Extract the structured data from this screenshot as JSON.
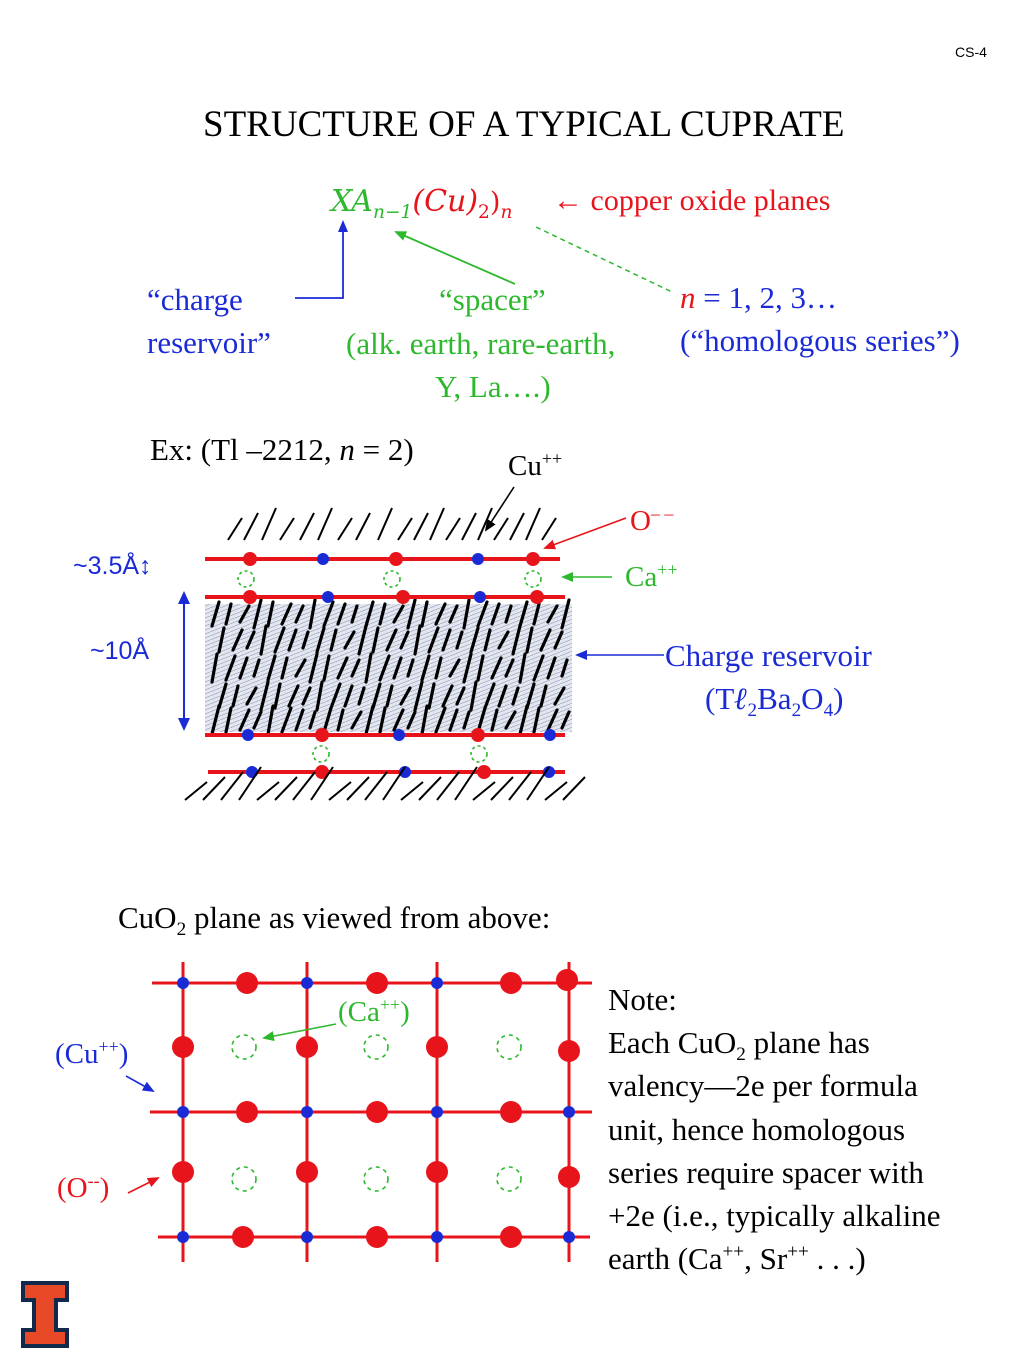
{
  "slide_number": "CS-4",
  "title": "STRUCTURE OF A TYPICAL CUPRATE",
  "formula": {
    "X": "X",
    "A": "A",
    "n_minus_1": "n−1",
    "Cu": "(Cu)",
    "sub_2": "2",
    "n": "n",
    "note": "← copper oxide planes"
  },
  "labels": {
    "charge_reservoir_1": "“charge",
    "charge_reservoir_2": "reservoir”",
    "spacer_1": "“spacer”",
    "spacer_2": "(alk. earth, rare-earth,",
    "spacer_3": "Y, La….)",
    "n_var": "n",
    "n_values": " = 1, 2, 3…",
    "homologous": "(“homologous series”)"
  },
  "example": {
    "prefix": "Ex: (Tl –2212, ",
    "n": "n",
    "suffix": " = 2)"
  },
  "layer_diagram": {
    "cu_label": "Cu",
    "cu_charge": "++",
    "o_label": "O",
    "o_charge": "– –",
    "ca_label": "Ca",
    "ca_charge": "++",
    "spacing_small": "~3.5Å↕",
    "spacing_large": "~10Å",
    "reservoir_title": "Charge reservoir",
    "reservoir_formula_T": "(T",
    "reservoir_formula_l": "ℓ",
    "reservoir_formula_sub2": "2",
    "reservoir_formula_Ba": "Ba",
    "reservoir_formula_sub2b": "2",
    "reservoir_formula_O": "O",
    "reservoir_formula_sub4": "4",
    "reservoir_formula_close": ")"
  },
  "plane_view": {
    "heading_a": "CuO",
    "heading_sub": "2",
    "heading_b": " plane as viewed from above:",
    "ca_label": "(Ca",
    "ca_charge": "++",
    "ca_close": ")",
    "cu_label": "(Cu",
    "cu_charge": "++",
    "cu_close": ")",
    "o_label": "(O",
    "o_charge": "--",
    "o_close": ")"
  },
  "note": {
    "line1": "Note:",
    "line2a": "Each CuO",
    "line2sub": "2",
    "line2b": " plane has",
    "line3": "valency—2e per formula",
    "line4": "unit, hence homologous",
    "line5": "series require spacer with",
    "line6": "+2e (i.e., typically alkaline",
    "line7a": "earth (Ca",
    "line7sup1": "++",
    "line7b": ", Sr",
    "line7sup2": "++",
    "line7c": " . . .)"
  },
  "colors": {
    "red": "#e8141b",
    "blue": "#1a2bd6",
    "green": "#2db82d",
    "logo_orange": "#e84a27",
    "logo_navy": "#13294b"
  },
  "icons": {
    "logo": "block-i-logo"
  }
}
